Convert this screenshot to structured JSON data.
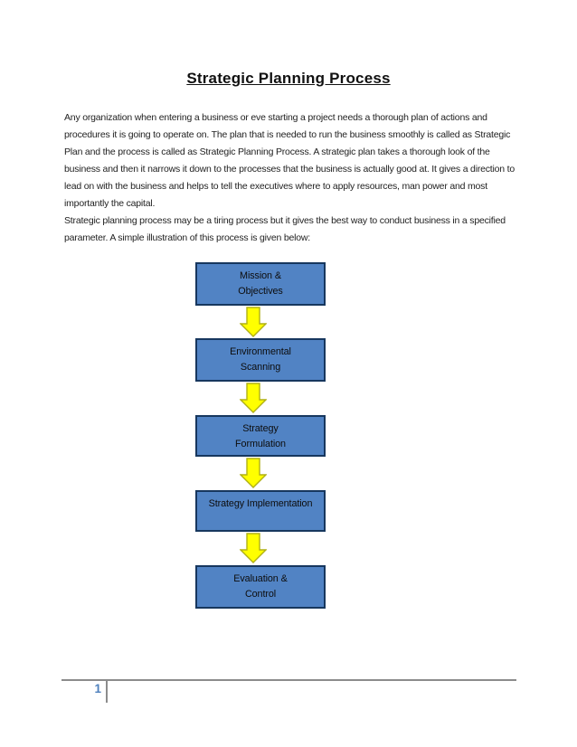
{
  "document": {
    "title": "Strategic Planning Process",
    "paragraphs": [
      "Any organization when entering a business or eve starting a project needs a thorough plan of actions and procedures it is going to operate on. The plan that is needed to run the business smoothly is called as Strategic Plan and the process is called as Strategic Planning Process. A strategic plan takes a thorough look of the business and then it narrows it down to the processes that the business is actually good at. It gives a direction to lead on with the business and helps to tell the executives where to apply resources, man power and most importantly the capital.",
      "Strategic planning process may be a tiring process but it gives the best way to conduct business in a specified parameter. A simple illustration of this process is given below:"
    ]
  },
  "flowchart": {
    "steps": [
      {
        "label": "Mission & Objectives",
        "lines": [
          "Mission &",
          "Objectives"
        ]
      },
      {
        "label": "Environmental Scanning",
        "lines": [
          "Environmental",
          "Scanning"
        ]
      },
      {
        "label": "Strategy Formulation",
        "lines": [
          "Strategy",
          "Formulation"
        ]
      },
      {
        "label": "Strategy Implementation",
        "lines": [
          "Strategy Implementation"
        ]
      },
      {
        "label": "Evaluation & Control",
        "lines": [
          "Evaluation &",
          "Control"
        ]
      }
    ],
    "colors": {
      "box_fill": "#5183C4",
      "box_border": "#17375E",
      "arrow_fill": "#FFFF00",
      "arrow_border": "#B0B014"
    }
  },
  "footer": {
    "page_number": "1",
    "number_color": "#4F81BD",
    "rule_color": "#8C8C8C"
  }
}
